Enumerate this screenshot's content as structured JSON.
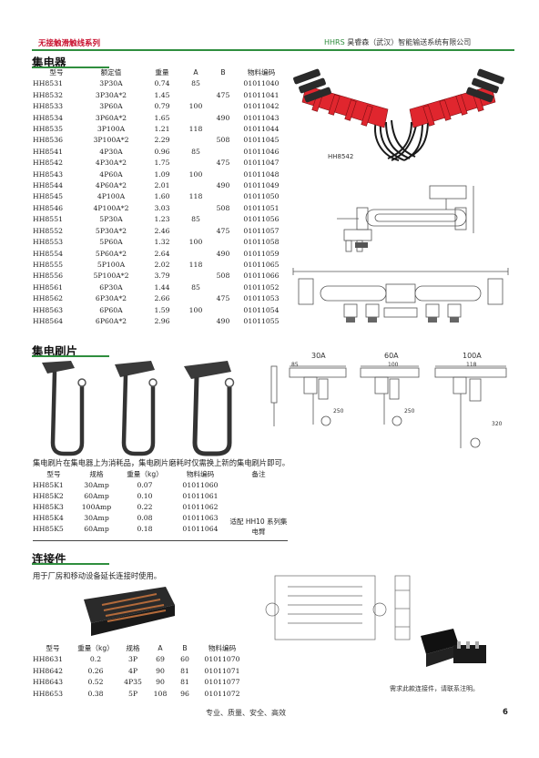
{
  "header": {
    "series": "无接触滑触线系列",
    "brand": "HHRS",
    "company": " 昊睿森（武汉）智能输送系统有限公司"
  },
  "collector": {
    "title": "集电器",
    "columns": [
      "型号",
      "额定值",
      "重量",
      "A",
      "B",
      "物料编码"
    ],
    "rows": [
      [
        "HH8531",
        "3P30A",
        "0.74",
        "85",
        "",
        "01011040"
      ],
      [
        "HH8532",
        "3P30A*2",
        "1.45",
        "",
        "475",
        "01011041"
      ],
      [
        "HH8533",
        "3P60A",
        "0.79",
        "100",
        "",
        "01011042"
      ],
      [
        "HH8534",
        "3P60A*2",
        "1.65",
        "",
        "490",
        "01011043"
      ],
      [
        "HH8535",
        "3P100A",
        "1.21",
        "118",
        "",
        "01011044"
      ],
      [
        "HH8536",
        "3P100A*2",
        "2.29",
        "",
        "508",
        "01011045"
      ],
      [
        "HH8541",
        "4P30A",
        "0.96",
        "85",
        "",
        "01011046"
      ],
      [
        "HH8542",
        "4P30A*2",
        "1.75",
        "",
        "475",
        "01011047"
      ],
      [
        "HH8543",
        "4P60A",
        "1.09",
        "100",
        "",
        "01011048"
      ],
      [
        "HH8544",
        "4P60A*2",
        "2.01",
        "",
        "490",
        "01011049"
      ],
      [
        "HH8545",
        "4P100A",
        "1.60",
        "118",
        "",
        "01011050"
      ],
      [
        "HH8546",
        "4P100A*2",
        "3.03",
        "",
        "508",
        "01011051"
      ],
      [
        "HH8551",
        "5P30A",
        "1.23",
        "85",
        "",
        "01011056"
      ],
      [
        "HH8552",
        "5P30A*2",
        "2.46",
        "",
        "475",
        "01011057"
      ],
      [
        "HH8553",
        "5P60A",
        "1.32",
        "100",
        "",
        "01011058"
      ],
      [
        "HH8554",
        "5P60A*2",
        "2.64",
        "",
        "490",
        "01011059"
      ],
      [
        "HH8555",
        "5P100A",
        "2.02",
        "118",
        "",
        "01011065"
      ],
      [
        "HH8556",
        "5P100A*2",
        "3.79",
        "",
        "508",
        "01011066"
      ],
      [
        "HH8561",
        "6P30A",
        "1.44",
        "85",
        "",
        "01011052"
      ],
      [
        "HH8562",
        "6P30A*2",
        "2.66",
        "",
        "475",
        "01011053"
      ],
      [
        "HH8563",
        "6P60A",
        "1.59",
        "100",
        "",
        "01011054"
      ],
      [
        "HH8564",
        "6P60A*2",
        "2.96",
        "",
        "490",
        "01011055"
      ]
    ],
    "photo_caption": "HH8542"
  },
  "brush": {
    "title": "集电刷片",
    "amp_labels": [
      "30A",
      "60A",
      "100A"
    ],
    "dims": [
      "85",
      "100",
      "118"
    ],
    "heights": [
      "250",
      "250",
      "320"
    ],
    "note": "集电刷片在集电器上为消耗品，集电刷片磨耗时仅需换上新的集电刷片即可。",
    "columns": [
      "型号",
      "规格",
      "重量（kg）",
      "物料编码",
      "备注"
    ],
    "rows": [
      [
        "HH85K1",
        "30Amp",
        "0.07",
        "01011060"
      ],
      [
        "HH85K2",
        "60Amp",
        "0.10",
        "01011061"
      ],
      [
        "HH85K3",
        "100Amp",
        "0.22",
        "01011062"
      ],
      [
        "HH85K4",
        "30Amp",
        "0.08",
        "01011063"
      ],
      [
        "HH85K5",
        "60Amp",
        "0.18",
        "01011064"
      ]
    ],
    "remark": "适配 HH10 系列集电臂"
  },
  "connector": {
    "title": "连接件",
    "note": "用于厂房和移动设备延长连接时使用。",
    "columns": [
      "型号",
      "重量（kg）",
      "规格",
      "A",
      "B",
      "物料编码"
    ],
    "rows": [
      [
        "HH8631",
        "0.2",
        "3P",
        "69",
        "60",
        "01011070"
      ],
      [
        "HH8642",
        "0.26",
        "4P",
        "90",
        "81",
        "01011071"
      ],
      [
        "HH8643",
        "0.52",
        "4P35",
        "90",
        "81",
        "01011077"
      ],
      [
        "HH8653",
        "0.38",
        "5P",
        "108",
        "96",
        "01011072"
      ]
    ],
    "photo_note": "需求此款连接件，请联系注明。"
  },
  "footer": {
    "slogan": "专业、质量、安全、高效",
    "page": "6"
  },
  "colors": {
    "accent_green": "#2f8e3e",
    "header_red": "#c8102e",
    "collector_red": "#e0262e"
  }
}
